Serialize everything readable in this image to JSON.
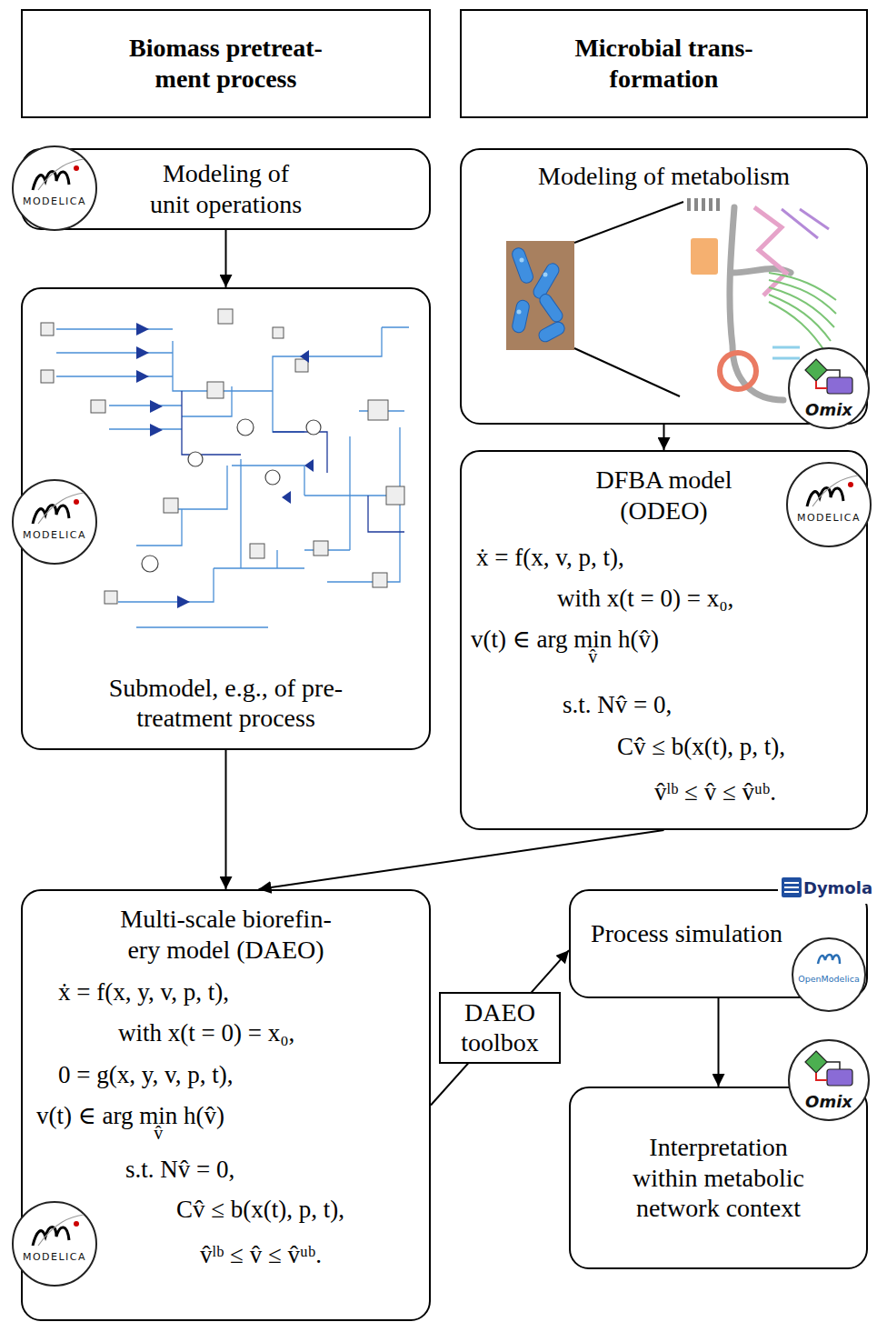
{
  "diagram": {
    "nodes": [
      {
        "text": [
          "Biomass pretreat- ment process"
        ]
      },
      {
        "text": [
          "Microbial trans- formation"
        ]
      },
      {
        "text": [
          "Modeling of unit operations"
        ]
      },
      {
        "text": [
          "Submodel, e.g., of pre- treatment process"
        ]
      },
      {
        "text": [
          "Modeling of metabolism"
        ]
      },
      {
        "text": [
          "DFBA model (ODEO)",
          "ẋ = f(x, v, p, t),",
          "with x(t = 0) = x₀,",
          "v(t) ∈ arg min h(v̂)",
          "v̂",
          "s.t. Nv̂ = 0,",
          "Cv̂ ≤ b(x(t), p, t),",
          "v̂ˡᵇ ≤ v̂ ≤ v̂ᵘᵇ."
        ]
      },
      {
        "text": [
          "Multi-scale biorefin- ery model (DAEO)",
          "ẋ = f(x, y, v, p, t),",
          "with x(t = 0) = x₀,",
          "0 = g(x, y, v, p, t),",
          "v(t) ∈ arg min h(v̂)",
          "v̂",
          "s.t. Nv̂ = 0,",
          "Cv̂ ≤ b(x(t), p, t),",
          "v̂ˡᵇ ≤ v̂ ≤ v̂ᵘᵇ."
        ]
      },
      {
        "text": [
          "Process simulation"
        ]
      },
      {
        "text": [
          "Interpretation within metabolic network context"
        ]
      }
    ],
    "edges": [
      {
        "from": 2,
        "to": 3,
        "arrow": "to"
      },
      {
        "from": 3,
        "to": 6,
        "arrow": "to"
      },
      {
        "from": 4,
        "to": 5,
        "arrow": "to"
      },
      {
        "from": 5,
        "to": 6,
        "arrow": "to"
      },
      {
        "from": 6,
        "to": 7,
        "label": "DAEO toolbox",
        "arrow": "to"
      },
      {
        "from": 7,
        "to": 8,
        "arrow": "to"
      }
    ],
    "labels": [
      "MODELICA",
      "Omix",
      "MODELICA",
      "MODELICA",
      "Dymola",
      "OpenModelica",
      "Omix",
      "MODELICA"
    ]
  }
}
